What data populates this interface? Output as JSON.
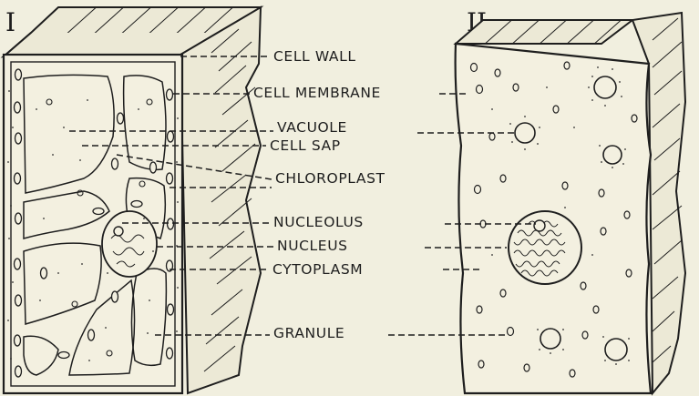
{
  "figure": {
    "panel_1_label": "I",
    "panel_2_label": "II"
  },
  "labels": {
    "cell_wall": "CELL WALL",
    "cell_membrane": "CELL MEMBRANE",
    "vacuole": "VACUOLE",
    "cell_sap": "CELL SAP",
    "chloroplast": "CHLOROPLAST",
    "nucleolus": "NUCLEOLUS",
    "nucleus": "NUCLEUS",
    "cytoplasm": "CYTOPLASM",
    "granule": "GRANULE"
  },
  "colors": {
    "paper": "#f1efdf",
    "ink": "#1e1e1e"
  }
}
